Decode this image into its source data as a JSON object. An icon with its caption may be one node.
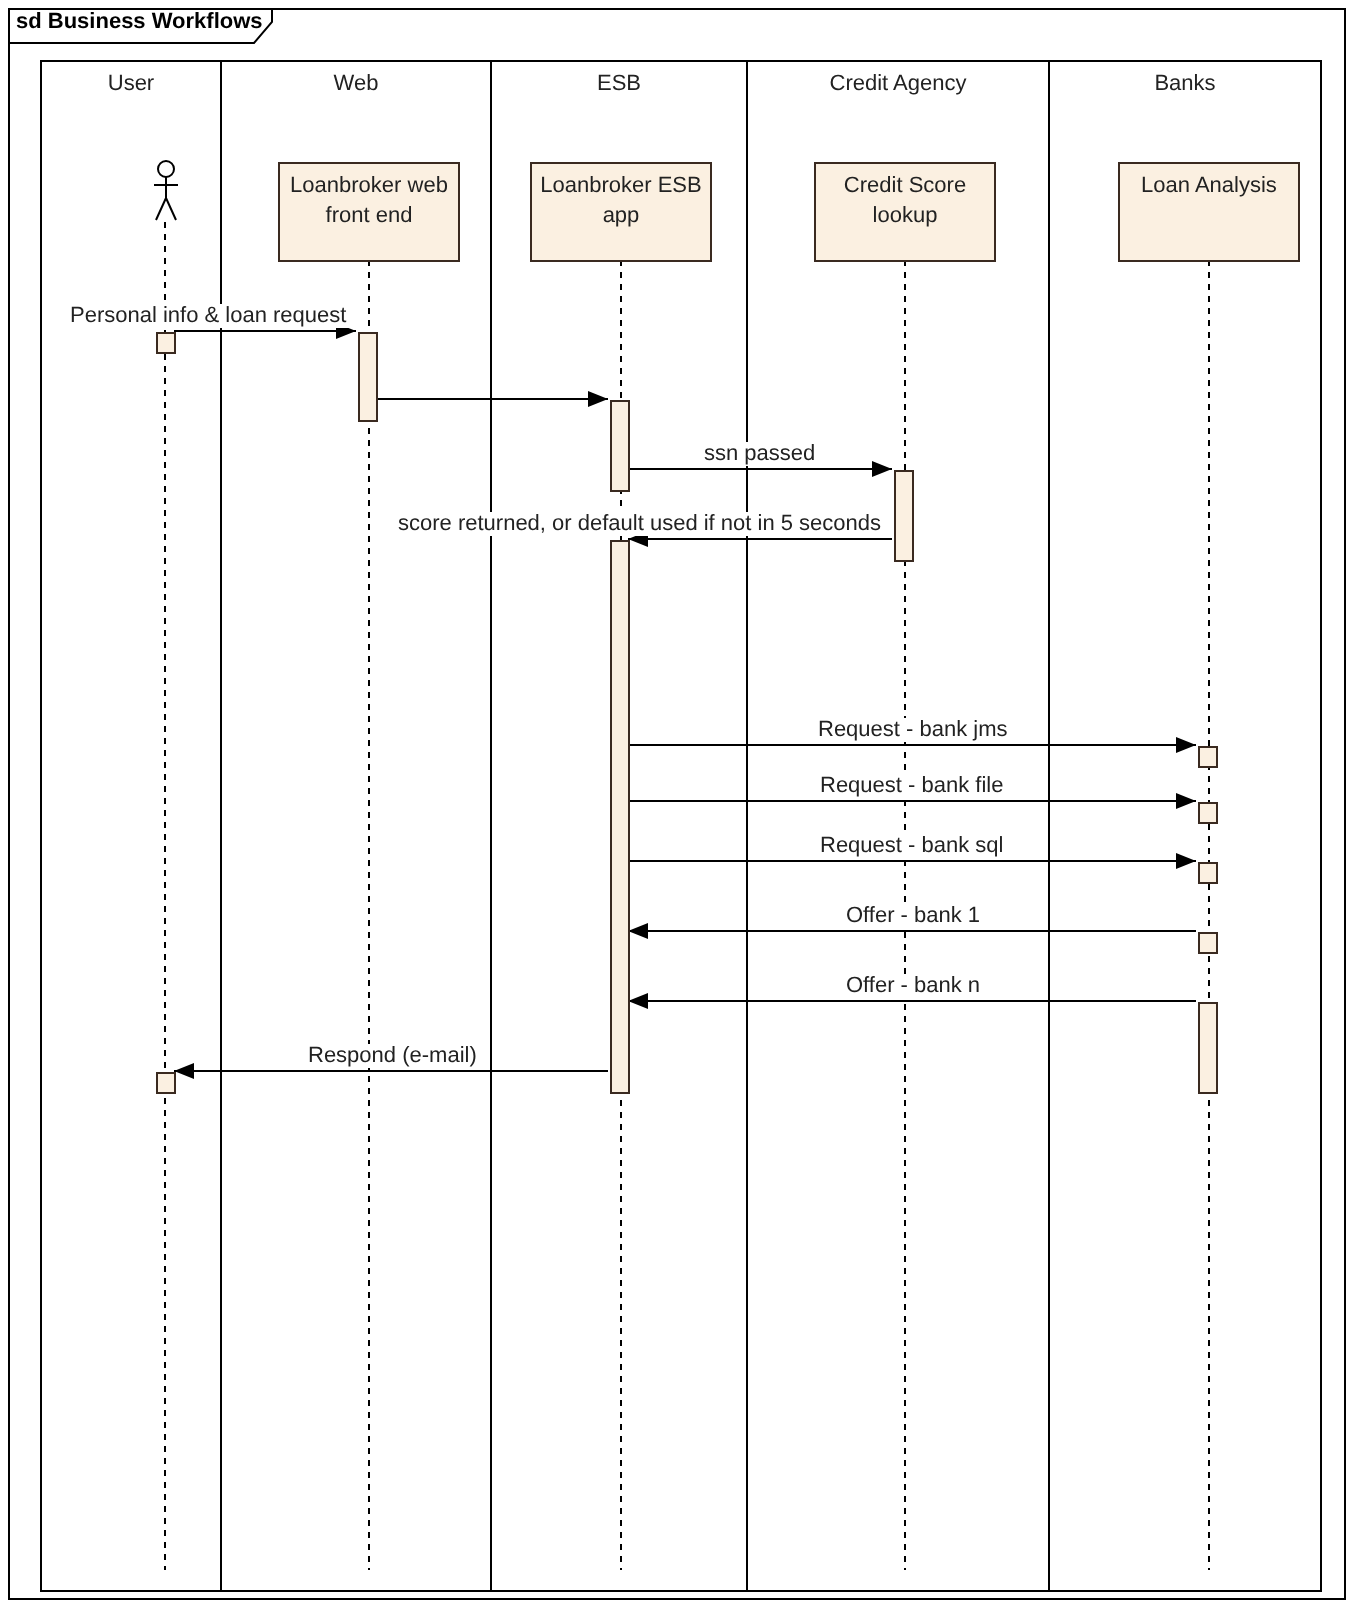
{
  "diagram": {
    "title": "sd Business Workflows",
    "nodes": [
      {
        "text": [
          "User"
        ]
      },
      {
        "text": [
          "Web"
        ]
      },
      {
        "text": [
          "ESB"
        ]
      },
      {
        "text": [
          "Credit Agency"
        ]
      },
      {
        "text": [
          "Banks"
        ]
      },
      {
        "text": [],
        "shape": "person",
        "in": 0
      },
      {
        "text": [
          "Loanbroker web front end"
        ],
        "in": 1
      },
      {
        "text": [
          "Loanbroker ESB app"
        ],
        "in": 2
      },
      {
        "text": [
          "Credit Score lookup"
        ],
        "in": 3
      },
      {
        "text": [
          "Loan Analysis"
        ],
        "in": 4
      },
      {
        "text": [],
        "shape": "bar",
        "in": 0
      },
      {
        "text": [],
        "shape": "bar",
        "in": 1
      },
      {
        "text": [],
        "shape": "bar",
        "in": 2
      },
      {
        "text": [],
        "shape": "bar",
        "in": 3
      },
      {
        "text": [],
        "shape": "bar",
        "in": 2
      },
      {
        "text": [],
        "shape": "bar",
        "in": 4
      },
      {
        "text": [],
        "shape": "bar",
        "in": 4
      },
      {
        "text": [],
        "shape": "bar",
        "in": 4
      },
      {
        "text": [],
        "shape": "bar",
        "in": 4
      },
      {
        "text": [],
        "shape": "bar",
        "in": 4
      },
      {
        "text": [],
        "shape": "bar",
        "in": 0
      }
    ],
    "edges": [
      {
        "from": 10,
        "to": 11,
        "arrow": "to",
        "label": "Personal info & loan request"
      },
      {
        "from": 11,
        "to": 12,
        "arrow": "to"
      },
      {
        "from": 12,
        "to": 13,
        "arrow": "to",
        "label": "ssn passed"
      },
      {
        "from": 13,
        "to": 14,
        "arrow": "to",
        "label": "score returned, or default used if not in 5 seconds"
      },
      {
        "from": 14,
        "to": 15,
        "arrow": "to",
        "label": "Request - bank jms"
      },
      {
        "from": 14,
        "to": 16,
        "arrow": "to",
        "label": "Request - bank file"
      },
      {
        "from": 14,
        "to": 17,
        "arrow": "to",
        "label": "Request - bank sql"
      },
      {
        "from": 18,
        "to": 14,
        "arrow": "to",
        "label": "Offer - bank 1"
      },
      {
        "from": 19,
        "to": 14,
        "arrow": "to",
        "label": "Offer - bank n"
      },
      {
        "from": 14,
        "to": 20,
        "arrow": "to",
        "label": "Respond (e-mail)"
      }
    ]
  }
}
